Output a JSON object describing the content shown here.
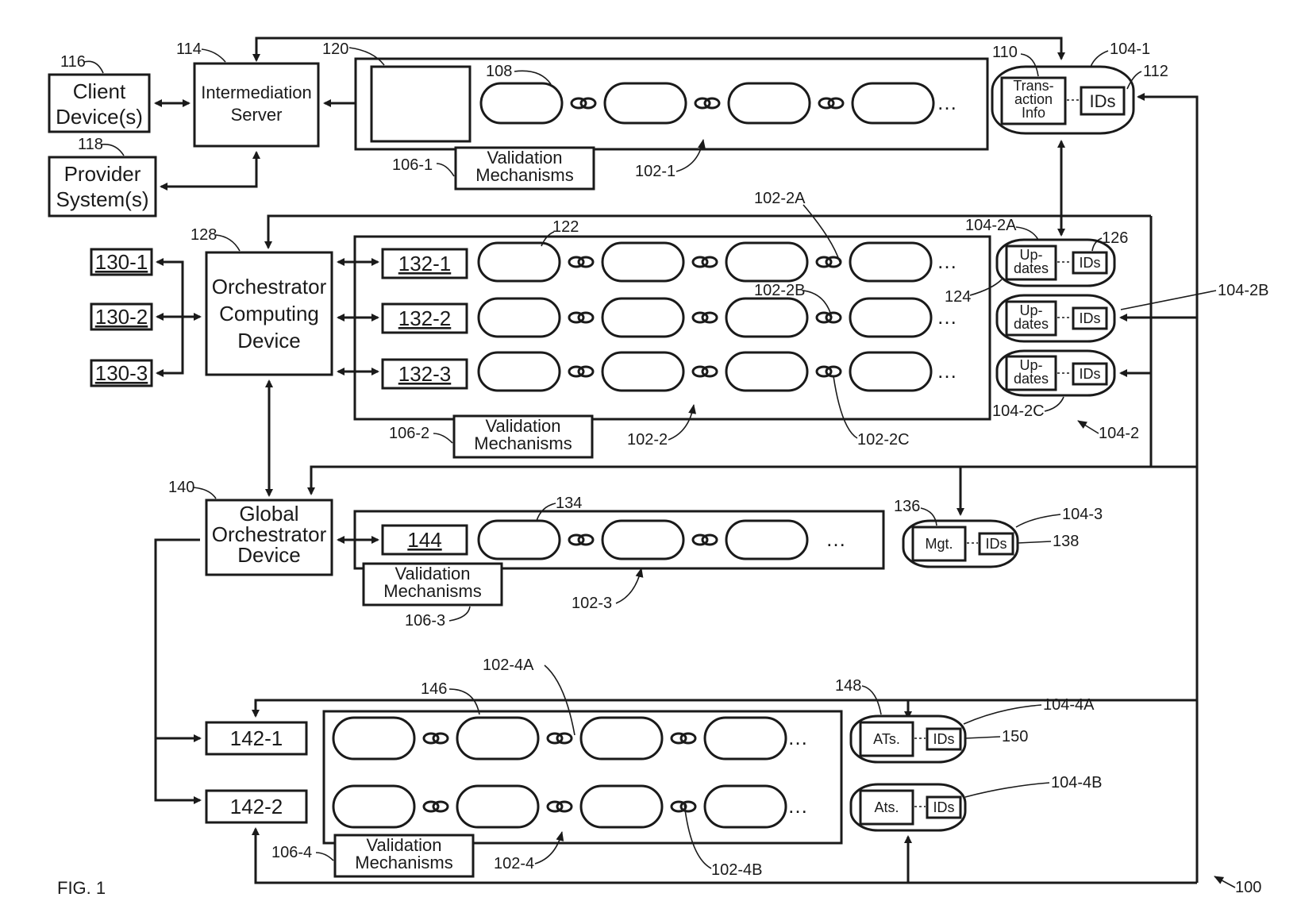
{
  "figure": {
    "caption": "FIG. 1",
    "system_ref": "100"
  },
  "nodes": {
    "client": {
      "lines": [
        "Client",
        "Device(s)"
      ],
      "ref": "116"
    },
    "provider": {
      "lines": [
        "Provider",
        "System(s)"
      ],
      "ref": "118"
    },
    "intermediation": {
      "lines": [
        "Intermediation",
        "Server"
      ],
      "ref": "114"
    },
    "orchestrator": {
      "lines": [
        "Orchestrator",
        "Computing",
        "Device"
      ],
      "ref": "128"
    },
    "global": {
      "lines": [
        "Global",
        "Orchestrator",
        "Device"
      ],
      "ref": "140"
    },
    "n130_1": "130-1",
    "n130_2": "130-2",
    "n130_3": "130-3",
    "n132_1": "132-1",
    "n132_2": "132-2",
    "n132_3": "132-3",
    "n144": "144",
    "n142_1": "142-1",
    "n142_2": "142-2"
  },
  "validation": {
    "lines": [
      "Validation",
      "Mechanisms"
    ],
    "refs": [
      "106-1",
      "106-2",
      "106-3",
      "106-4"
    ]
  },
  "blockchains": {
    "refs": [
      "102-1",
      "102-2",
      "102-3",
      "102-4",
      "102-2A",
      "102-2B",
      "102-2C",
      "102-4A",
      "102-4B"
    ],
    "block_refs": [
      "108",
      "122",
      "134",
      "146",
      "120"
    ],
    "ellipsis": "…"
  },
  "stores": {
    "s104_1": {
      "ref": "104-1",
      "left": [
        "Trans-",
        "action",
        "Info"
      ],
      "left_ref": "110",
      "right": "IDs",
      "right_ref": "112"
    },
    "s104_2A": {
      "ref": "104-2A",
      "left": [
        "Up-",
        "dates"
      ],
      "right": "IDs",
      "right_ref": "126",
      "extra_ref": "124"
    },
    "s104_2B": {
      "ref": "104-2B",
      "left": [
        "Up-",
        "dates"
      ],
      "right": "IDs"
    },
    "s104_2C": {
      "ref": "104-2C",
      "left": [
        "Up-",
        "dates"
      ],
      "right": "IDs"
    },
    "s104_2": {
      "ref": "104-2"
    },
    "s104_3": {
      "ref": "104-3",
      "left": "Mgt.",
      "left_ref": "136",
      "right": "IDs",
      "right_ref": "138"
    },
    "s104_4A": {
      "ref": "104-4A",
      "left": "ATs.",
      "left_ref": "148",
      "right": "IDs",
      "right_ref": "150"
    },
    "s104_4B": {
      "ref": "104-4B",
      "left": "Ats.",
      "right": "IDs"
    }
  },
  "colors": {
    "ink": "#1a1a1a",
    "paper": "#ffffff"
  }
}
